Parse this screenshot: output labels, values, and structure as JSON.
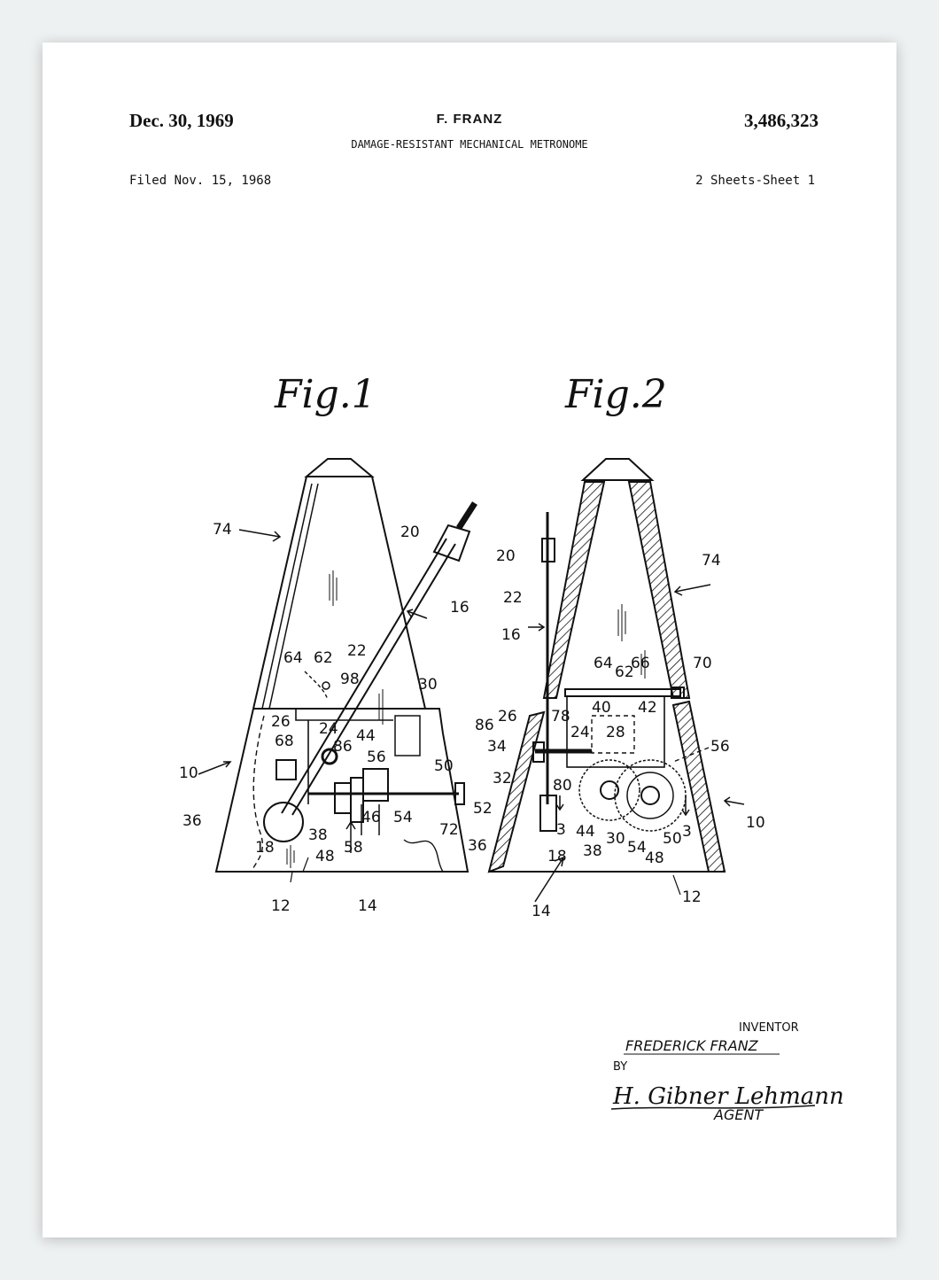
{
  "header": {
    "date": "Dec. 30, 1969",
    "inventor_short": "F. FRANZ",
    "patent_number": "3,486,323",
    "title": "DAMAGE-RESISTANT MECHANICAL METRONOME",
    "filed": "Filed Nov. 15, 1968",
    "sheets": "2 Sheets-Sheet 1"
  },
  "figures": {
    "fig1": {
      "label": "Fig.1",
      "refs": {
        "r74": "74",
        "r20": "20",
        "r16": "16",
        "r64": "64",
        "r62": "62",
        "r22": "22",
        "r98": "98",
        "r30": "30",
        "r26": "26",
        "r24": "24",
        "r44": "44",
        "r86": "86",
        "r68": "68",
        "r56": "56",
        "r10": "10",
        "r50": "50",
        "r52": "52",
        "r36": "36",
        "r54": "54",
        "r72": "72",
        "r46": "46",
        "r38": "38",
        "r18": "18",
        "r48": "48",
        "r58": "58",
        "r12": "12",
        "r14": "14"
      }
    },
    "fig2": {
      "label": "Fig.2",
      "refs": {
        "r20": "20",
        "r22": "22",
        "r16": "16",
        "r74": "74",
        "r64": "64",
        "r62": "62",
        "r66": "66",
        "r70": "70",
        "r40": "40",
        "r42": "42",
        "r86": "86",
        "r26": "26",
        "r78": "78",
        "r24": "24",
        "r28": "28",
        "r34": "34",
        "r56": "56",
        "r32": "32",
        "r80": "80",
        "r10": "10",
        "r3a": "3",
        "r44": "44",
        "r30": "30",
        "r50": "50",
        "r3b": "3",
        "r36": "36",
        "r18": "18",
        "r38": "38",
        "r54": "54",
        "r48": "48",
        "r12": "12",
        "r14": "14"
      }
    }
  },
  "signature": {
    "inventor_label": "INVENTOR",
    "inventor_name": "FREDERICK FRANZ",
    "by": "BY",
    "agent_signature": "H. Gibner Lehmann",
    "agent_label": "AGENT"
  }
}
